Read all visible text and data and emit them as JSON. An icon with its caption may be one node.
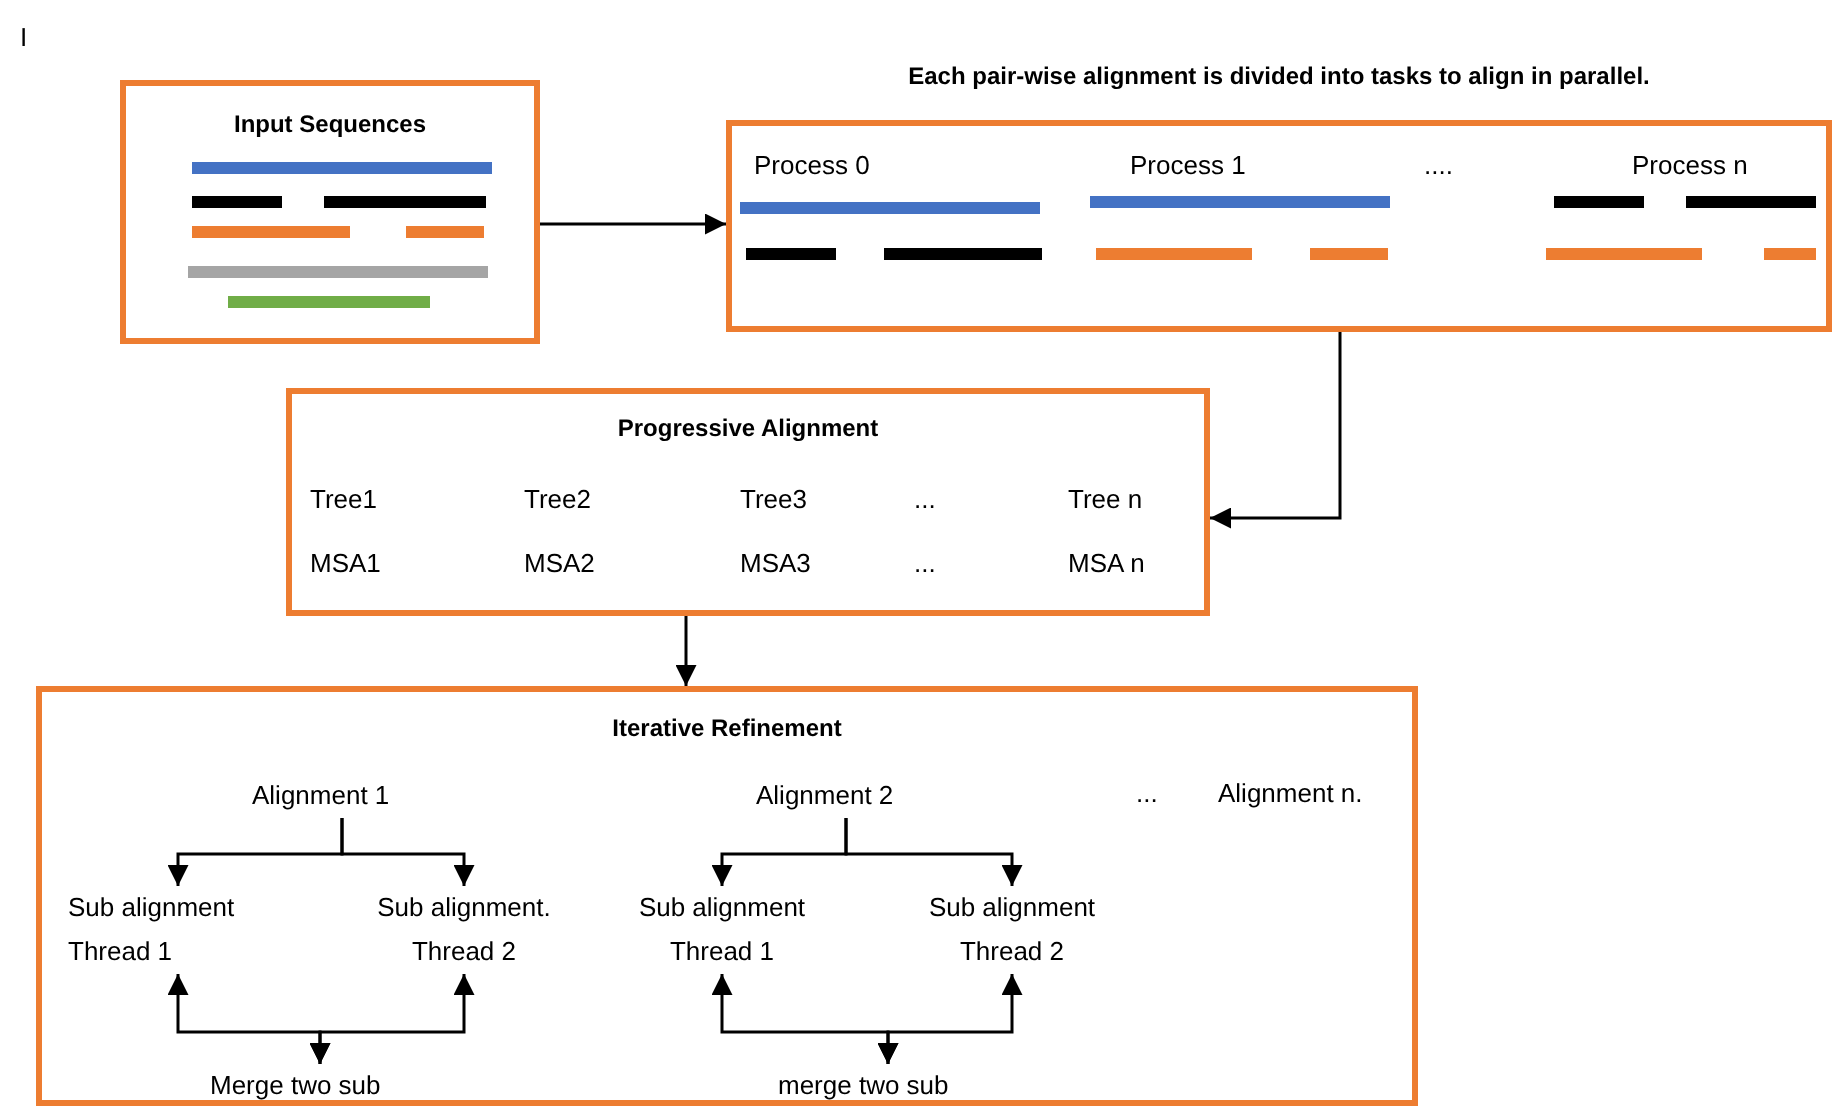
{
  "diagram": {
    "nodes": [
      {
        "text": [
          "Input Sequences"
        ]
      },
      {
        "text": [
          "Process 0",
          "Process 1",
          "....",
          "Process n"
        ],
        "beside": [
          "Each pair-wise alignment is divided into tasks to align in parallel."
        ]
      },
      {
        "text": [
          "Progressive Alignment",
          "Tree1",
          "Tree2",
          "Tree3",
          "...",
          "Tree n",
          "MSA1",
          "MSA2",
          "MSA3",
          "...",
          "MSA n"
        ]
      },
      {
        "text": [
          "Iterative Refinement"
        ]
      },
      {
        "text": [
          "Alignment 1"
        ],
        "in": 3
      },
      {
        "text": [
          "Sub alignment Thread 1"
        ],
        "in": 3
      },
      {
        "text": [
          "Sub alignment. Thread 2"
        ],
        "in": 3
      },
      {
        "text": [
          "Merge two sub"
        ],
        "in": 3
      },
      {
        "text": [
          "Alignment 2"
        ],
        "in": 3
      },
      {
        "text": [
          "Sub alignment Thread 1"
        ],
        "in": 3
      },
      {
        "text": [
          "Sub alignment Thread 2"
        ],
        "in": 3
      },
      {
        "text": [
          "merge two sub"
        ],
        "in": 3
      }
    ],
    "edges": [
      {
        "from": 0,
        "to": 1,
        "arrow": "to"
      },
      {
        "from": 1,
        "to": 2,
        "arrow": "to"
      },
      {
        "from": 2,
        "to": 3,
        "arrow": "to"
      },
      {
        "from": 4,
        "to": 5,
        "arrow": "to"
      },
      {
        "from": 4,
        "to": 6,
        "arrow": "to"
      },
      {
        "from": 5,
        "to": 7,
        "arrow": "both"
      },
      {
        "from": 6,
        "to": 7,
        "arrow": "both"
      },
      {
        "from": 8,
        "to": 9,
        "arrow": "to"
      },
      {
        "from": 8,
        "to": 10,
        "arrow": "to"
      },
      {
        "from": 9,
        "to": 11,
        "arrow": "both"
      },
      {
        "from": 10,
        "to": 11,
        "arrow": "both"
      }
    ],
    "labels": [
      "I",
      "...",
      "Alignment n."
    ]
  }
}
